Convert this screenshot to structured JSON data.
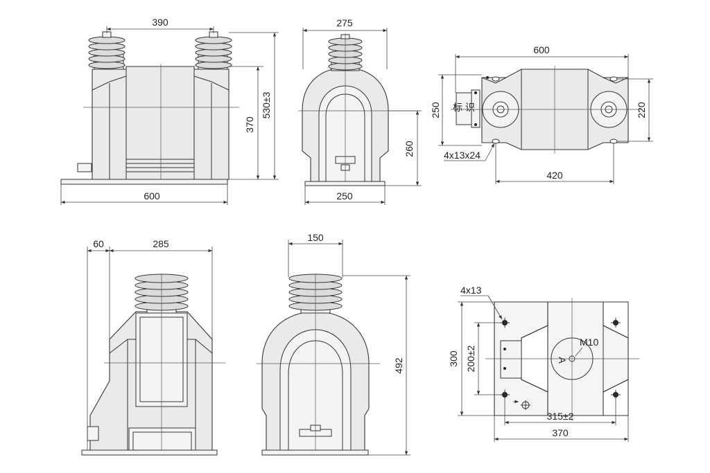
{
  "view_front_top": {
    "dim_terminal_spacing": "390",
    "dim_base_width": "600",
    "dim_body_height": "370",
    "dim_total_height": "530±3"
  },
  "view_side_top": {
    "dim_bushing_width": "275",
    "dim_base_width": "250",
    "dim_height": "260"
  },
  "view_plan_top": {
    "dim_length": "600",
    "dim_width": "250",
    "dim_hole_width": "220",
    "dim_hole_spacing": "420",
    "note_holes": "4x13x24"
  },
  "view_front_bottom": {
    "dim_offset": "60",
    "dim_width": "285"
  },
  "view_side_bottom": {
    "dim_bushing_width": "150",
    "dim_height": "492"
  },
  "view_plan_bottom": {
    "note_holes": "4x13",
    "terminal_label": "M10",
    "dim_width": "300",
    "dim_hole_width": "200±2",
    "dim_hole_spacing": "315±2",
    "dim_length": "370",
    "plate_label": "A"
  }
}
